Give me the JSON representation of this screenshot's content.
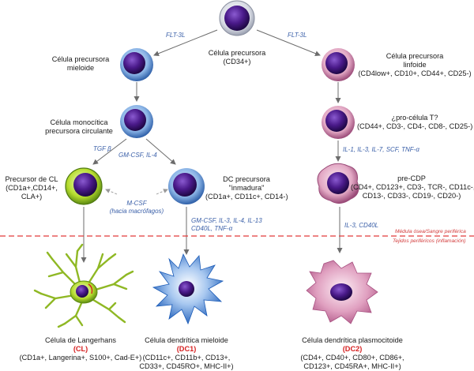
{
  "cells": {
    "precursor_cd34": {
      "lines": [
        "Célula precursora",
        "(CD34+)"
      ]
    },
    "myeloid_precursor": {
      "lines": [
        "Célula precursora",
        "mieloide"
      ]
    },
    "lymphoid_precursor": {
      "lines": [
        "Célula precursora",
        "linfoide",
        "(CD4low+, CD10+, CD44+, CD25-)"
      ]
    },
    "monocytic_precursor": {
      "lines": [
        "Célula monocítica",
        "precursora circulante"
      ]
    },
    "pro_t_cell": {
      "lines": [
        "¿pro-célula T?",
        "(CD44+, CD3-, CD4-, CD8-, CD25-)"
      ]
    },
    "cl_precursor": {
      "lines": [
        "Precursor de CL",
        "(CD1a+,CD14+,",
        "CLA+)"
      ]
    },
    "immature_dc": {
      "lines": [
        "DC precursora",
        "\"inmadura\"",
        "(CD1a+, CD11c+, CD14-)"
      ]
    },
    "pre_cdp": {
      "lines": [
        "pre-CDP",
        "(CD4+, CD123+, CD3-, TCR-, CD11c-,",
        "CD13-, CD33-, CD19-, CD20-)"
      ]
    },
    "langerhans": {
      "title": "Célula de Langerhans",
      "tag": "(CL)",
      "lines": [
        "(CD1a+, Langerina+, S100+, Cad-E+)"
      ]
    },
    "myeloid_dc": {
      "title": "Célula dendrítica mieloide",
      "tag": "(DC1)",
      "lines": [
        "(CD11c+, CD11b+, CD13+,",
        "CD33+, CD45RO+, MHC-II+)"
      ]
    },
    "plasmacytoid_dc": {
      "title": "Célula dendrítica plasmocitoide",
      "tag": "(DC2)",
      "lines": [
        "(CD4+, CD40+, CD80+, CD86+,",
        "CD123+, CD45RA+, MHC-II+)"
      ]
    }
  },
  "factors": {
    "flt3l_left": [
      "FLT-3L"
    ],
    "flt3l_right": [
      "FLT-3L"
    ],
    "tgf": [
      "TGF β"
    ],
    "gmcsf_il4": [
      "GM-CSF, IL-4"
    ],
    "mcsf": [
      "M-CSF",
      "(hacia macrófagos)"
    ],
    "gmcsf_group": [
      "GM-CSF, IL-3, IL-4, IL-13",
      "CD40L, TNF-α"
    ],
    "il_group": [
      "IL-1, IL-3, IL-7, SCF, TNF-α"
    ],
    "il3_cd40l": [
      "IL-3, CD40L"
    ]
  },
  "zones": {
    "upper": "Médula ósea/Sangre periférica",
    "lower": "Tejidos periféricos (inflamación)"
  },
  "colors": {
    "nucleus": "#3a1070",
    "myeloid_cytoplasm": "#8ab4e6",
    "lymphoid_cytoplasm": "#e2a8c4",
    "langerhans_cytoplasm": "#b6dc2e",
    "boundary_line": "#e23b3b",
    "arrow": "#6c6c6c",
    "factor_text": "#3a5fa8"
  }
}
